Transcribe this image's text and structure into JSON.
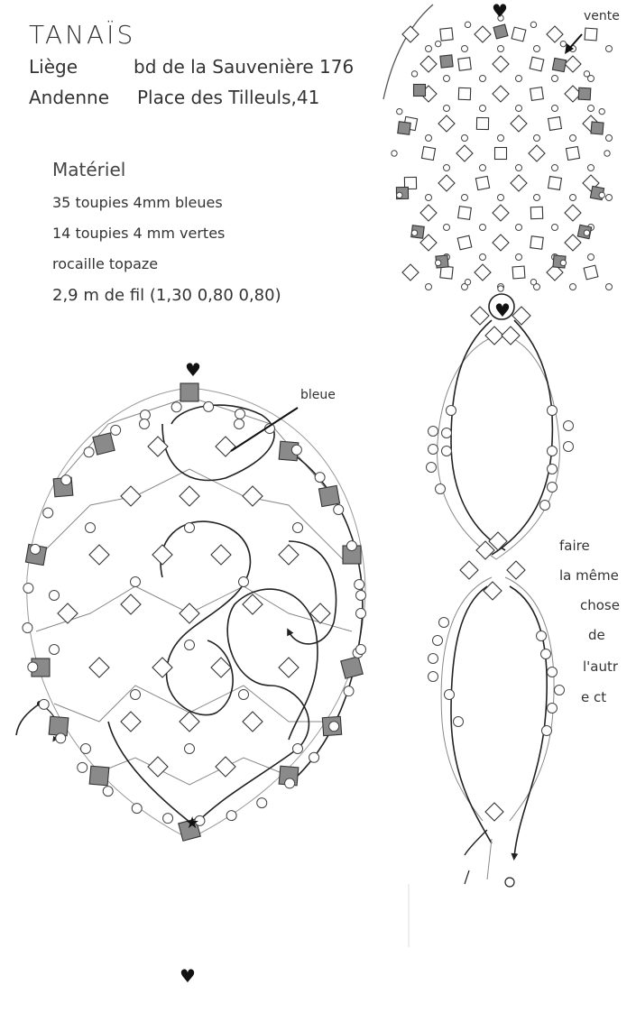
{
  "title": "TANAÏS",
  "shops": [
    {
      "city": "Liège",
      "address": "bd de la Sauvenière 176"
    },
    {
      "city": "Andenne",
      "address": "Place des Tilleuls,41"
    }
  ],
  "materials": {
    "heading": "Matériel",
    "items": [
      "35 toupies 4mm bleues",
      "14 toupies 4 mm vertes",
      "rocaille topaze",
      "2,9 m de fil (1,30   0,80   0,80)"
    ]
  },
  "annotations": {
    "vente": "vente",
    "bleue": "bleue",
    "instruction": [
      "faire",
      "la même",
      "chose",
      "de",
      "l'autr",
      "e ct"
    ]
  },
  "symbols": {
    "heart": "♥",
    "star": "★"
  },
  "colors": {
    "line": "#222222",
    "bead_green": "#8a8a8a",
    "bead_outline": "#444444",
    "thread_light": "#888888"
  }
}
